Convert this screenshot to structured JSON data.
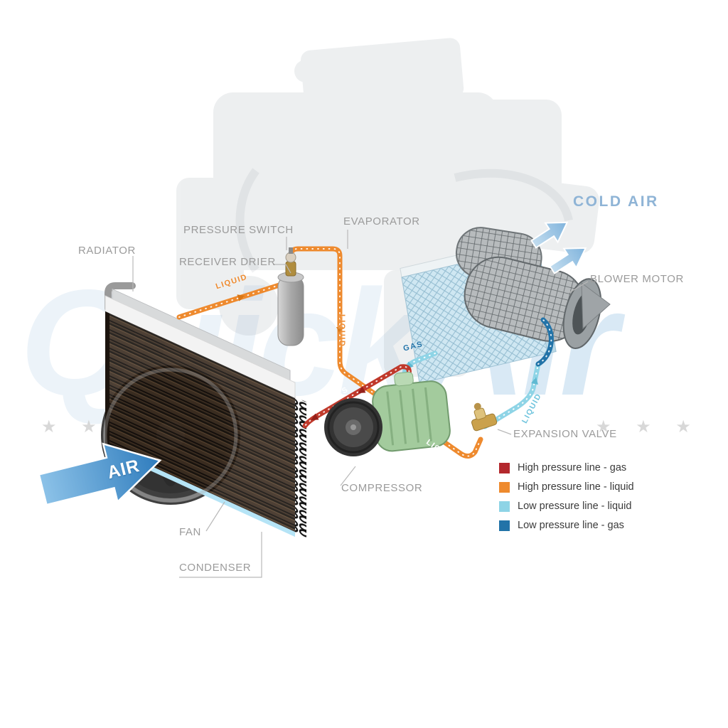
{
  "labels": {
    "radiator": "RADIATOR",
    "pressure_switch": "PRESSURE SWITCH",
    "receiver_drier": "RECEIVER DRIER",
    "evaporator": "EVAPORATOR",
    "cold_air": "COLD AIR",
    "blower_motor": "BLOWER MOTOR",
    "expansion_valve": "EXPANSION VALVE",
    "compressor": "COMPRESSOR",
    "fan": "FAN",
    "condenser": "CONDENSER",
    "air": "AIR"
  },
  "line_labels": {
    "liquid": "LIQUID",
    "gas": "GAS"
  },
  "legend": {
    "items": [
      {
        "label": "High pressure line - gas",
        "color": "#b3282d"
      },
      {
        "label": "High pressure line - liquid",
        "color": "#ee8a2e"
      },
      {
        "label": "Low pressure line - liquid",
        "color": "#8ed4e6"
      },
      {
        "label": "Low pressure line -  gas",
        "color": "#2273a8"
      }
    ]
  },
  "watermark": {
    "part1": "Quick",
    "part2": "Air",
    "stars_left": "★ ★ ★",
    "stars_right": "★ ★ ★"
  },
  "colors": {
    "high_pressure_gas": "#b3282d",
    "high_pressure_liquid": "#ee8a2e",
    "low_pressure_liquid": "#8ed4e6",
    "low_pressure_gas": "#2273a8",
    "label_gray": "#9b9b9b",
    "cold_air_blue": "#8fb4d6"
  }
}
